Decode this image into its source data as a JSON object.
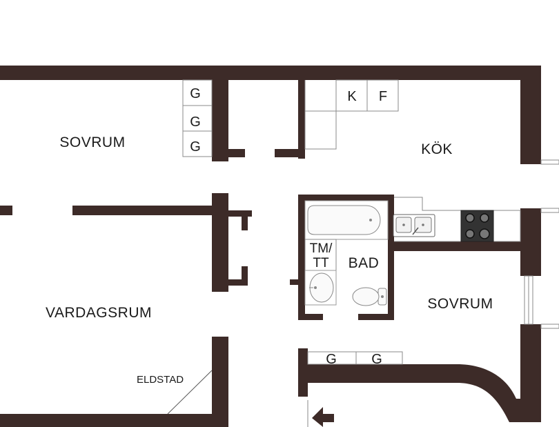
{
  "rooms": {
    "bedroom_top": "SOVRUM",
    "kitchen": "KÖK",
    "living_room": "VARDAGSRUM",
    "bathroom": "BAD",
    "bedroom_right": "SOVRUM"
  },
  "fixtures": {
    "fireplace": "ELDSTAD",
    "wardrobe_letter": "G",
    "fridge_letter": "K",
    "freezer_letter": "F",
    "washer_dryer_line1": "TM/",
    "washer_dryer_line2": "TT"
  },
  "colors": {
    "wall": "#3d2b28",
    "fixture_stroke": "#8a8a8a",
    "background": "#ffffff"
  }
}
